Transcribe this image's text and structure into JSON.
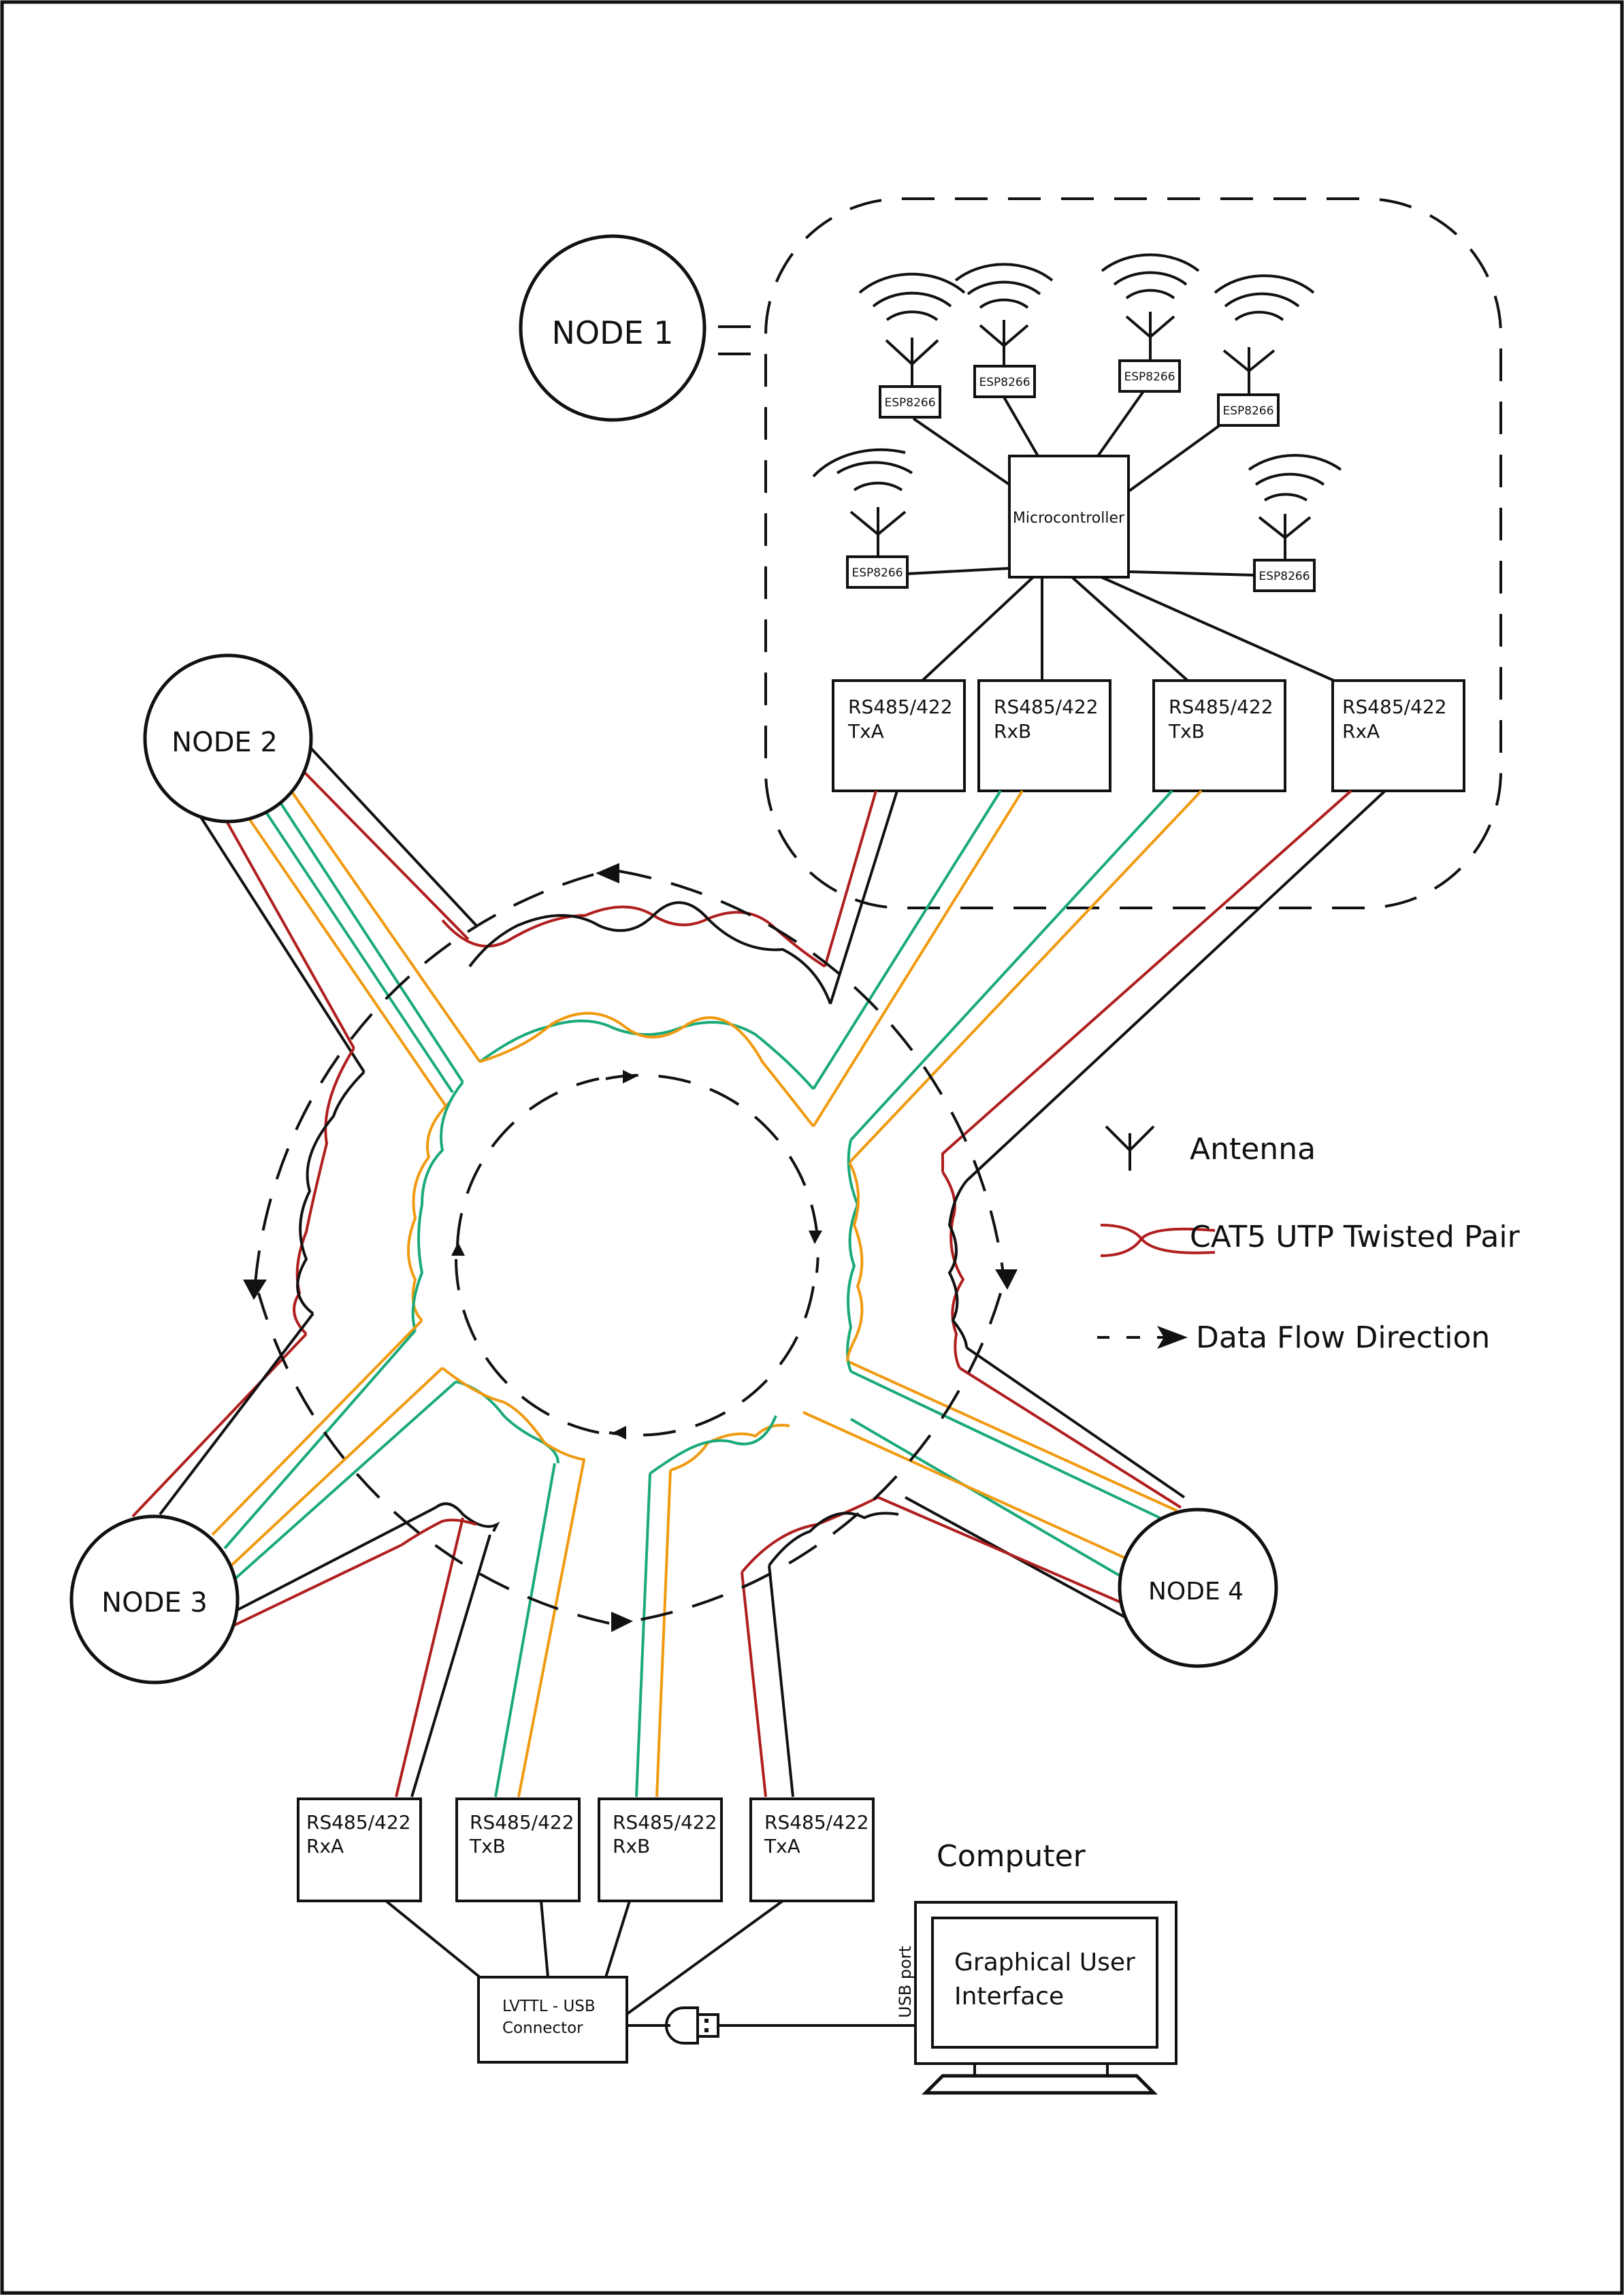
{
  "nodes": {
    "node1": "NODE 1",
    "node2": "NODE 2",
    "node3": "NODE 3",
    "node4": "NODE 4"
  },
  "node1_detail": {
    "esp_label": "ESP8266",
    "microcontroller": "Microcontroller",
    "rs_boxes": [
      {
        "line1": "RS485/422",
        "line2": "TxA"
      },
      {
        "line1": "RS485/422",
        "line2": "RxB"
      },
      {
        "line1": "RS485/422",
        "line2": "TxB"
      },
      {
        "line1": "RS485/422",
        "line2": "RxA"
      }
    ]
  },
  "bottom": {
    "rs_boxes": [
      {
        "line1": "RS485/422",
        "line2": "RxA"
      },
      {
        "line1": "RS485/422",
        "line2": "TxB"
      },
      {
        "line1": "RS485/422",
        "line2": "RxB"
      },
      {
        "line1": "RS485/422",
        "line2": "TxA"
      }
    ],
    "connector_line1": "LVTTL - USB",
    "connector_line2": "Connector",
    "usb_port": "USB port",
    "computer_title": "Computer",
    "gui_line1": "Graphical User",
    "gui_line2": "Interface"
  },
  "legend": {
    "antenna": "Antenna",
    "twisted_pair": "CAT5 UTP Twisted Pair",
    "data_flow": "Data Flow Direction"
  },
  "colors": {
    "red_wire": "#b01e1e",
    "black_wire": "#111111",
    "green_wire": "#1aaa7a",
    "orange_wire": "#f09a10"
  }
}
